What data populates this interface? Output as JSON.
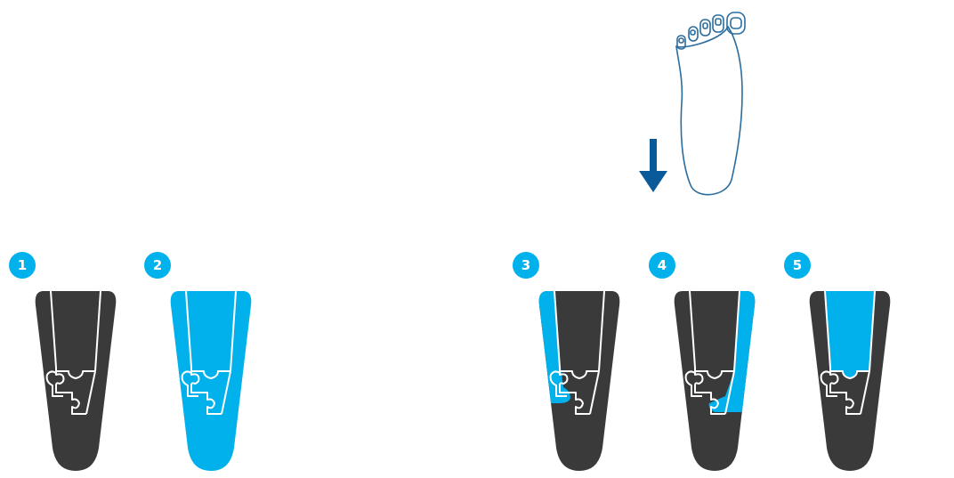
{
  "colors": {
    "dark": "#3a3a3a",
    "highlight": "#00b1eb",
    "line": "#ffffff",
    "foot_outline": "#2a6d9e",
    "arrow": "#0a5a9a"
  },
  "icons": {
    "foot": "foot-outline-icon",
    "arrow": "arrow-down-icon"
  },
  "steps": [
    {
      "number": "1",
      "highlight": "none"
    },
    {
      "number": "2",
      "highlight": "all"
    },
    {
      "number": "3",
      "highlight": "left"
    },
    {
      "number": "4",
      "highlight": "right"
    },
    {
      "number": "5",
      "highlight": "center"
    }
  ]
}
